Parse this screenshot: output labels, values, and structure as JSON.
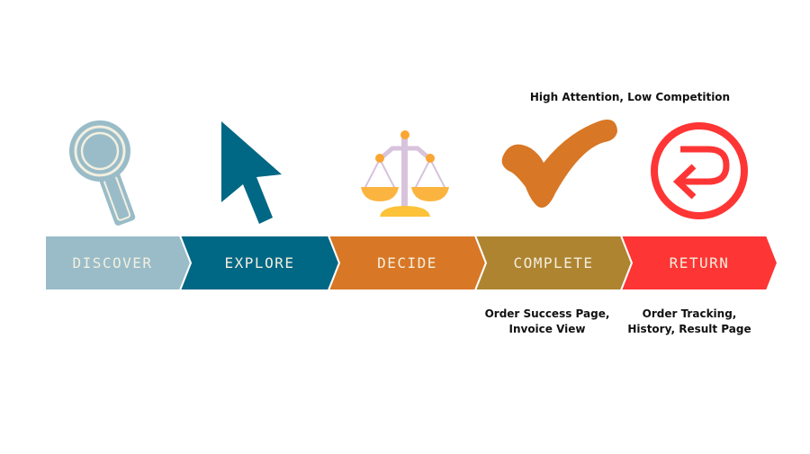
{
  "header_note": "High Attention, Low Competition",
  "stages": [
    {
      "label": "DISCOVER",
      "color": "#99bcc8",
      "icon": "magnifier-icon"
    },
    {
      "label": "EXPLORE",
      "color": "#006785",
      "icon": "cursor-icon"
    },
    {
      "label": "DECIDE",
      "color": "#d87725",
      "icon": "scales-icon"
    },
    {
      "label": "COMPLETE",
      "color": "#ae8431",
      "icon": "checkmark-icon"
    },
    {
      "label": "RETURN",
      "color": "#fe3535",
      "icon": "return-icon"
    }
  ],
  "notes": {
    "complete": [
      "Order Success Page,",
      "Invoice View"
    ],
    "return": [
      "Order Tracking,",
      "History, Result Page"
    ]
  }
}
